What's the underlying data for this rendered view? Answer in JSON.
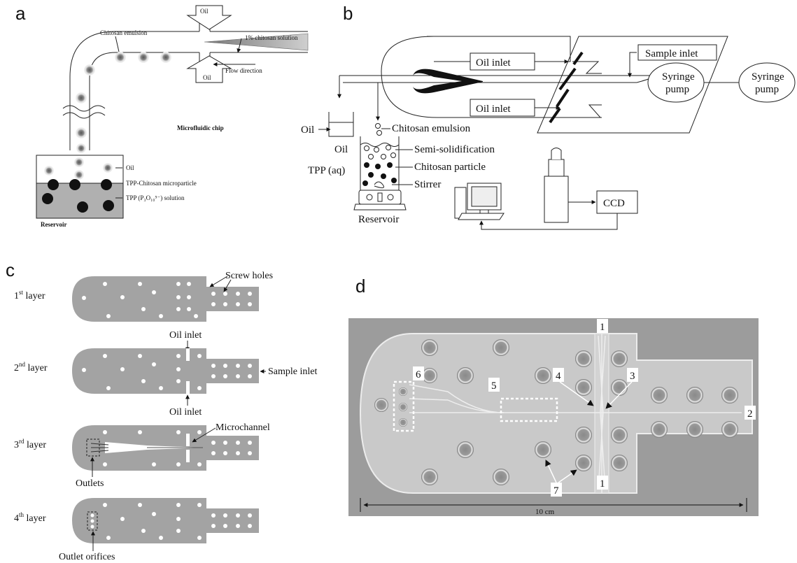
{
  "panels": {
    "a": {
      "label": "a",
      "chitosan_emulsion": "Chitosan emulsion",
      "oil_top": "Oil",
      "chitosan_solution": "1% chitosan solution",
      "flow_direction": "Flow direction",
      "oil_bottom": "Oil",
      "microfluidic_chip": "Microfluidic chip",
      "oil_reservoir": "Oil",
      "tpp_microparticle": "TPP-Chitosan microparticle",
      "tpp_solution": "TPP (P₃O₁₀⁵⁻) solution",
      "reservoir": "Reservoir"
    },
    "b": {
      "label": "b",
      "oil_inlet_top": "Oil inlet",
      "oil_inlet_bottom": "Oil inlet",
      "sample_inlet": "Sample inlet",
      "syringe_pump_1": [
        "Syringe",
        "pump"
      ],
      "syringe_pump_2": [
        "Syringe",
        "pump"
      ],
      "oil": "Oil",
      "chitosan_emulsion": "Chitosan emulsion",
      "oil_layer": "Oil",
      "semi_solidification": "Semi-solidification",
      "tpp_aq": "TPP (aq)",
      "chitosan_particle": "Chitosan particle",
      "stirrer": "Stirrer",
      "reservoir": "Reservoir",
      "ccd": "CCD"
    },
    "c": {
      "label": "c",
      "layers": [
        {
          "name": "1",
          "sup": "st",
          "word": "layer"
        },
        {
          "name": "2",
          "sup": "nd",
          "word": "layer"
        },
        {
          "name": "3",
          "sup": "rd",
          "word": "layer"
        },
        {
          "name": "4",
          "sup": "th",
          "word": "layer"
        }
      ],
      "screw_holes": "Screw holes",
      "oil_inlet_top": "Oil inlet",
      "sample_inlet": "Sample inlet",
      "oil_inlet_bottom": "Oil inlet",
      "microchannel": "Microchannel",
      "outlets": "Outlets",
      "outlet_orifices": "Outlet orifices"
    },
    "d": {
      "label": "d",
      "markers": [
        "1",
        "1",
        "2",
        "3",
        "4",
        "5",
        "6",
        "7"
      ],
      "scale": "10 cm"
    }
  },
  "colors": {
    "chip_gray": "#a3a3a3",
    "photo_bg": "#9c9c9c",
    "photo_chip": "#c9c9c9",
    "tpp_fill": "#b0b0b0"
  }
}
